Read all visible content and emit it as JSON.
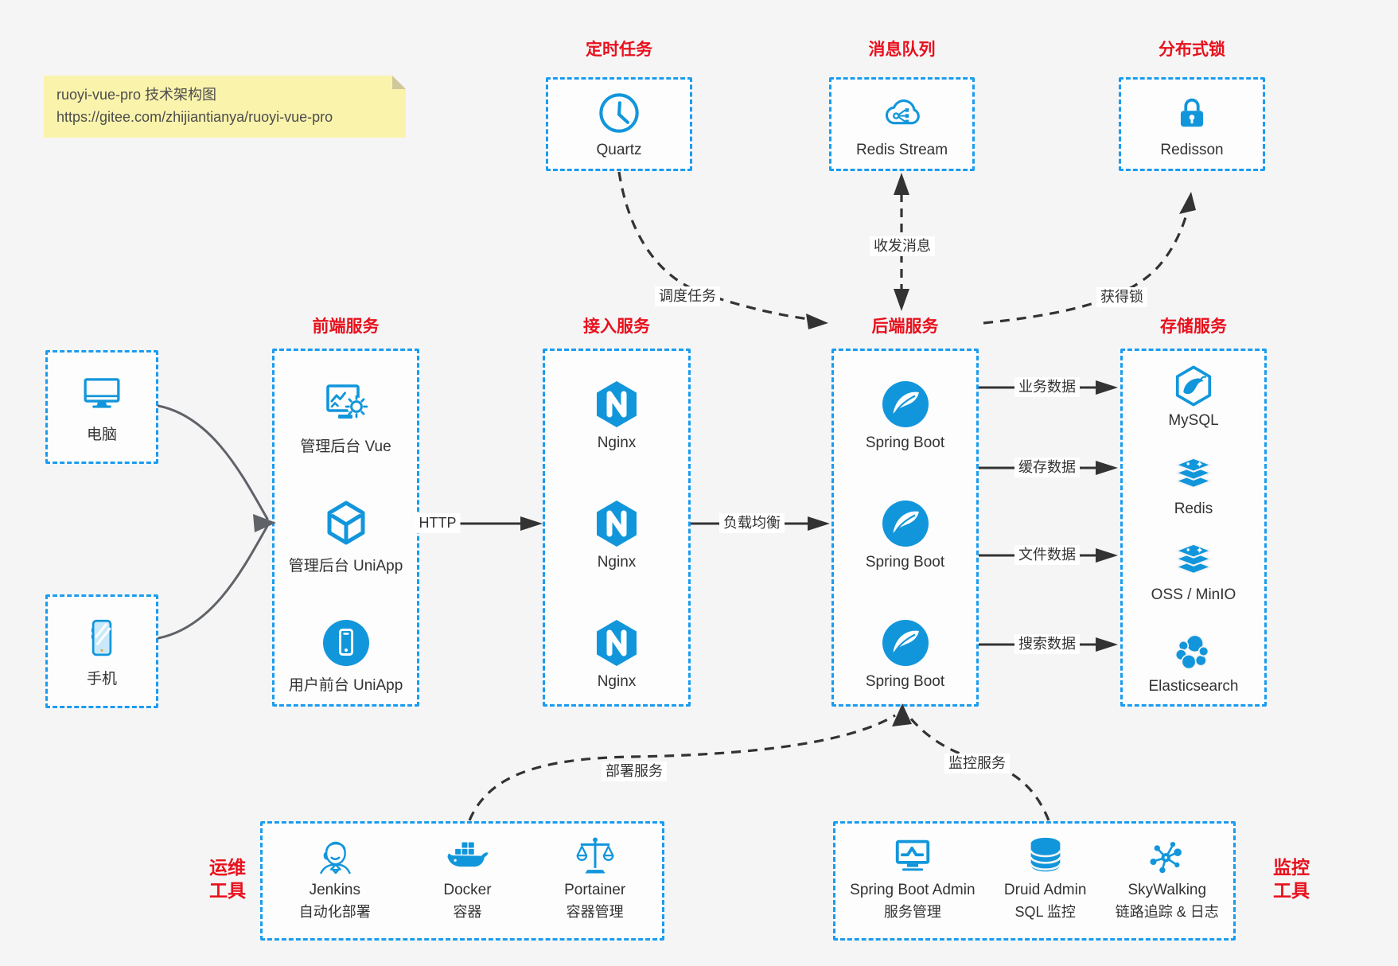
{
  "note": {
    "line1": "ruoyi-vue-pro 技术架构图",
    "line2": "https://gitee.com/zhijiantianya/ruoyi-vue-pro"
  },
  "colors": {
    "icon_blue": "#1296db",
    "box_border_blue": "#1a9cf0",
    "title_red": "#e8101c",
    "arrow_black": "#333333",
    "device_arrow_gray": "#5f6368",
    "note_bg": "#faf3ac",
    "page_bg": "#f5f5f6"
  },
  "groups": {
    "scheduler": {
      "title": "定时任务",
      "item": {
        "label": "Quartz",
        "icon": "clock-icon"
      }
    },
    "mq": {
      "title": "消息队列",
      "item": {
        "label": "Redis Stream",
        "icon": "cloud-share-icon"
      }
    },
    "lock": {
      "title": "分布式锁",
      "item": {
        "label": "Redisson",
        "icon": "lock-icon"
      }
    },
    "clients": {
      "items": [
        {
          "label": "电脑",
          "icon": "desktop-icon"
        },
        {
          "label": "手机",
          "icon": "phone-icon"
        }
      ]
    },
    "frontend": {
      "title": "前端服务",
      "items": [
        {
          "label": "管理后台 Vue",
          "icon": "admin-vue-icon"
        },
        {
          "label": "管理后台 UniApp",
          "icon": "uniapp-cube-icon"
        },
        {
          "label": "用户前台 UniApp",
          "icon": "user-app-icon"
        }
      ]
    },
    "gateway": {
      "title": "接入服务",
      "items": [
        {
          "label": "Nginx",
          "icon": "nginx-icon"
        },
        {
          "label": "Nginx",
          "icon": "nginx-icon"
        },
        {
          "label": "Nginx",
          "icon": "nginx-icon"
        }
      ]
    },
    "backend": {
      "title": "后端服务",
      "items": [
        {
          "label": "Spring Boot",
          "icon": "spring-leaf-icon"
        },
        {
          "label": "Spring Boot",
          "icon": "spring-leaf-icon"
        },
        {
          "label": "Spring Boot",
          "icon": "spring-leaf-icon"
        }
      ]
    },
    "storage": {
      "title": "存储服务",
      "items": [
        {
          "label": "MySQL",
          "icon": "mysql-dolphin-icon"
        },
        {
          "label": "Redis",
          "icon": "redis-stack-icon"
        },
        {
          "label": "OSS / MinIO",
          "icon": "redis-stack-icon"
        },
        {
          "label": "Elasticsearch",
          "icon": "elasticsearch-icon"
        }
      ]
    },
    "devops": {
      "title_lines": [
        "运维",
        "工具"
      ],
      "items": [
        {
          "name": "Jenkins",
          "desc": "自动化部署",
          "icon": "jenkins-icon"
        },
        {
          "name": "Docker",
          "desc": "容器",
          "icon": "docker-whale-icon"
        },
        {
          "name": "Portainer",
          "desc": "容器管理",
          "icon": "scales-icon"
        }
      ]
    },
    "monitoring": {
      "title_lines": [
        "监控",
        "工具"
      ],
      "items": [
        {
          "name": "Spring Boot Admin",
          "desc": "服务管理",
          "icon": "monitor-chart-icon"
        },
        {
          "name": "Druid Admin",
          "desc": "SQL 监控",
          "icon": "database-icon"
        },
        {
          "name": "SkyWalking",
          "desc": "链路追踪 & 日志",
          "icon": "topology-icon"
        }
      ]
    }
  },
  "edges": {
    "http": "HTTP",
    "load_balance": "负载均衡",
    "schedule_task": "调度任务",
    "send_receive_message": "收发消息",
    "acquire_lock": "获得锁",
    "business_data": "业务数据",
    "cache_data": "缓存数据",
    "file_data": "文件数据",
    "search_data": "搜索数据",
    "deploy_service": "部署服务",
    "monitor_service": "监控服务"
  }
}
